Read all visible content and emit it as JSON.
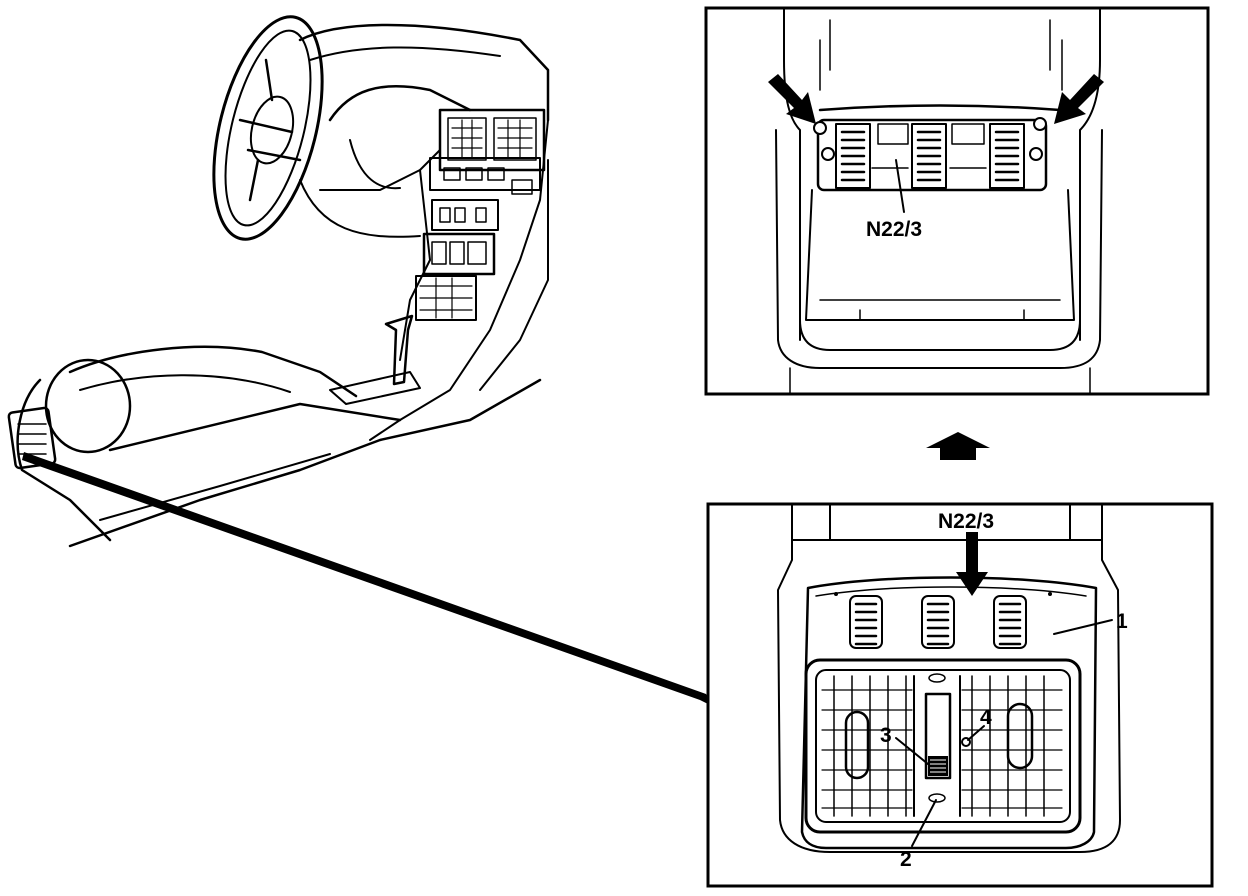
{
  "labels": {
    "upper_callout": "N22/3",
    "lower_callout": "N22/3",
    "item_1": "1",
    "item_2": "2",
    "item_3": "3",
    "item_4": "4"
  },
  "icons": {
    "transition_arrow": "arrow-up-icon",
    "pointer_arrows": "arrow-pointer-icon"
  },
  "colors": {
    "ink": "#000000",
    "paper": "#ffffff"
  }
}
